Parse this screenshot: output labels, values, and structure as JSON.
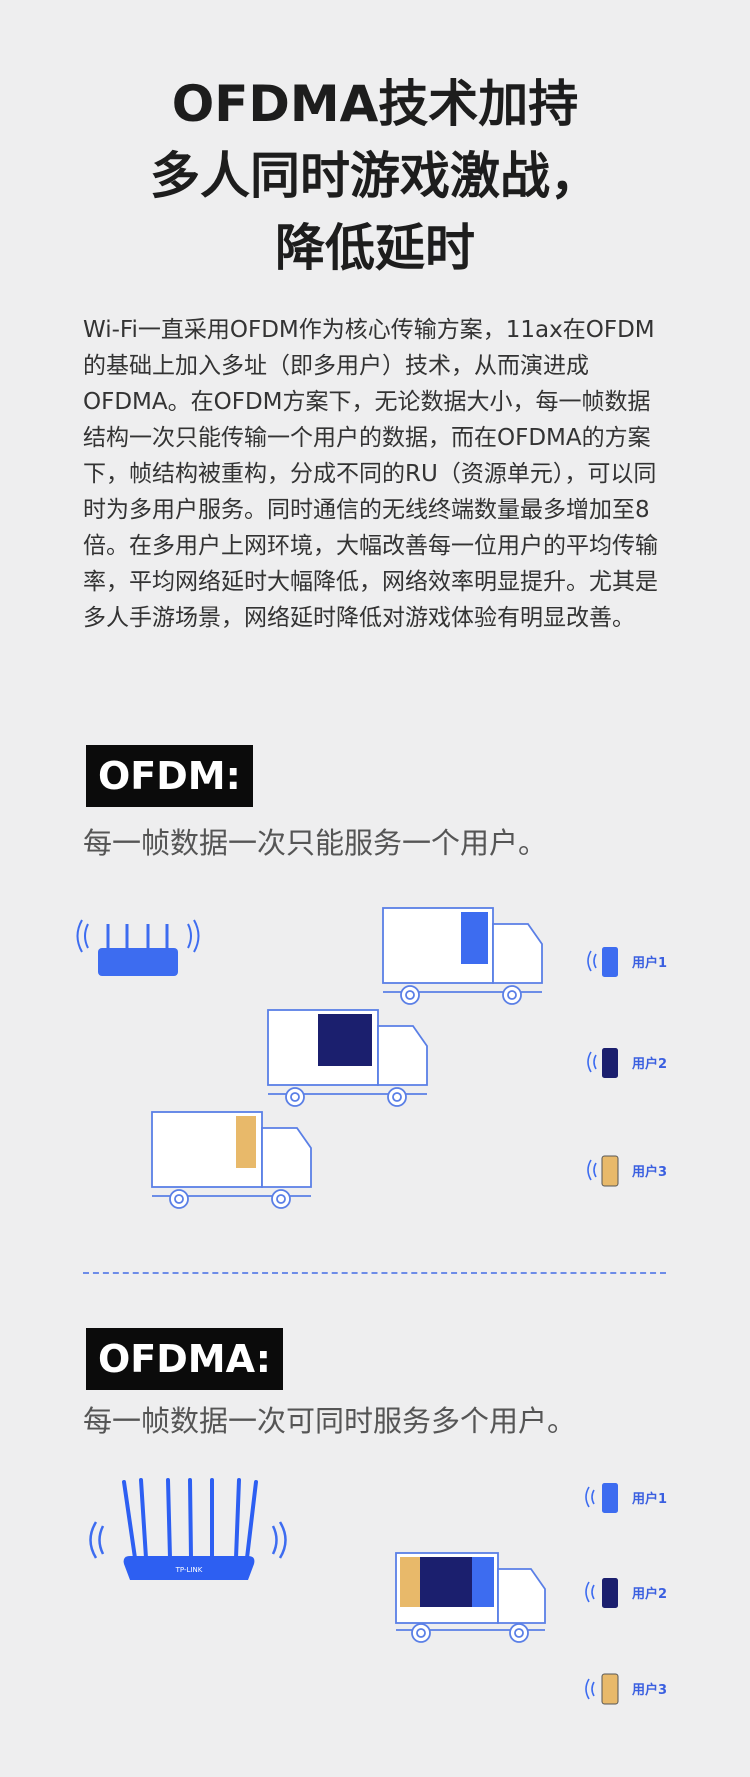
{
  "heading": {
    "line1": "OFDMA技术加持",
    "line2": "多人同时游戏激战，",
    "line3": "降低延时"
  },
  "intro": "Wi-Fi一直采用OFDM作为核心传输方案，11ax在OFDM的基础上加入多址（即多用户）技术，从而演进成OFDMA。在OFDM方案下，无论数据大小，每一帧数据结构一次只能传输一个用户的数据，而在OFDMA的方案下，帧结构被重构，分成不同的RU（资源单元），可以同时为多用户服务。同时通信的无线终端数量最多增加至8倍。在多用户上网环境，大幅改善每一位用户的平均传输率，平均网络延时大幅降低，网络效率明显提升。尤其是多人手游场景，网络延时降低对游戏体验有明显改善。",
  "ofdm": {
    "tag": "OFDM:",
    "subtitle": "每一帧数据一次只能服务一个用户。",
    "users": [
      "用户1",
      "用户2",
      "用户3"
    ]
  },
  "ofdma": {
    "tag": "OFDMA:",
    "subtitle": "每一帧数据一次可同时服务多个用户。",
    "users": [
      "用户1",
      "用户2",
      "用户3"
    ],
    "router_logo": "TP-LINK"
  },
  "colors": {
    "user1": "#3d6cf0",
    "user2": "#1b1f6e",
    "user3": "#e8b96a",
    "line": "#5a7fe6"
  }
}
